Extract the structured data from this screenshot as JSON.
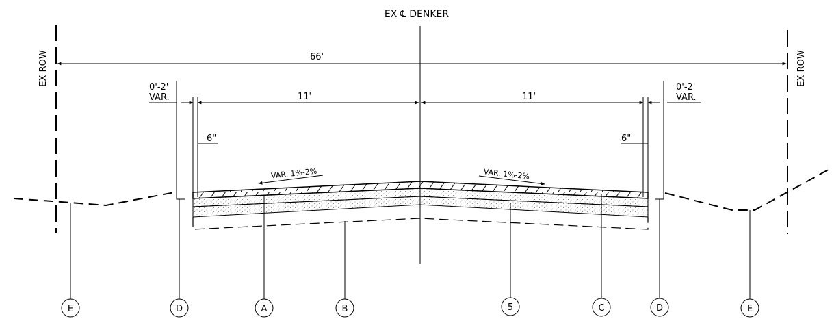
{
  "drawing": {
    "title": "EX ℄ DENKER",
    "row_left_label": "EX ROW",
    "row_right_label": "EX ROW",
    "overall_width": "66'",
    "left_lane_width": "11'",
    "right_lane_width": "11'",
    "left_offset": "0'-2'",
    "left_offset_note": "VAR.",
    "right_offset": "0'-2'",
    "right_offset_note": "VAR.",
    "left_edge_dim": "6\"",
    "right_edge_dim": "6\"",
    "left_slope": "VAR. 1%-2%",
    "right_slope": "VAR. 1%-2%",
    "callouts": [
      "E",
      "D",
      "A",
      "B",
      "5",
      "C",
      "D",
      "E"
    ]
  },
  "colors": {
    "line": "#000000",
    "background": "#ffffff"
  }
}
